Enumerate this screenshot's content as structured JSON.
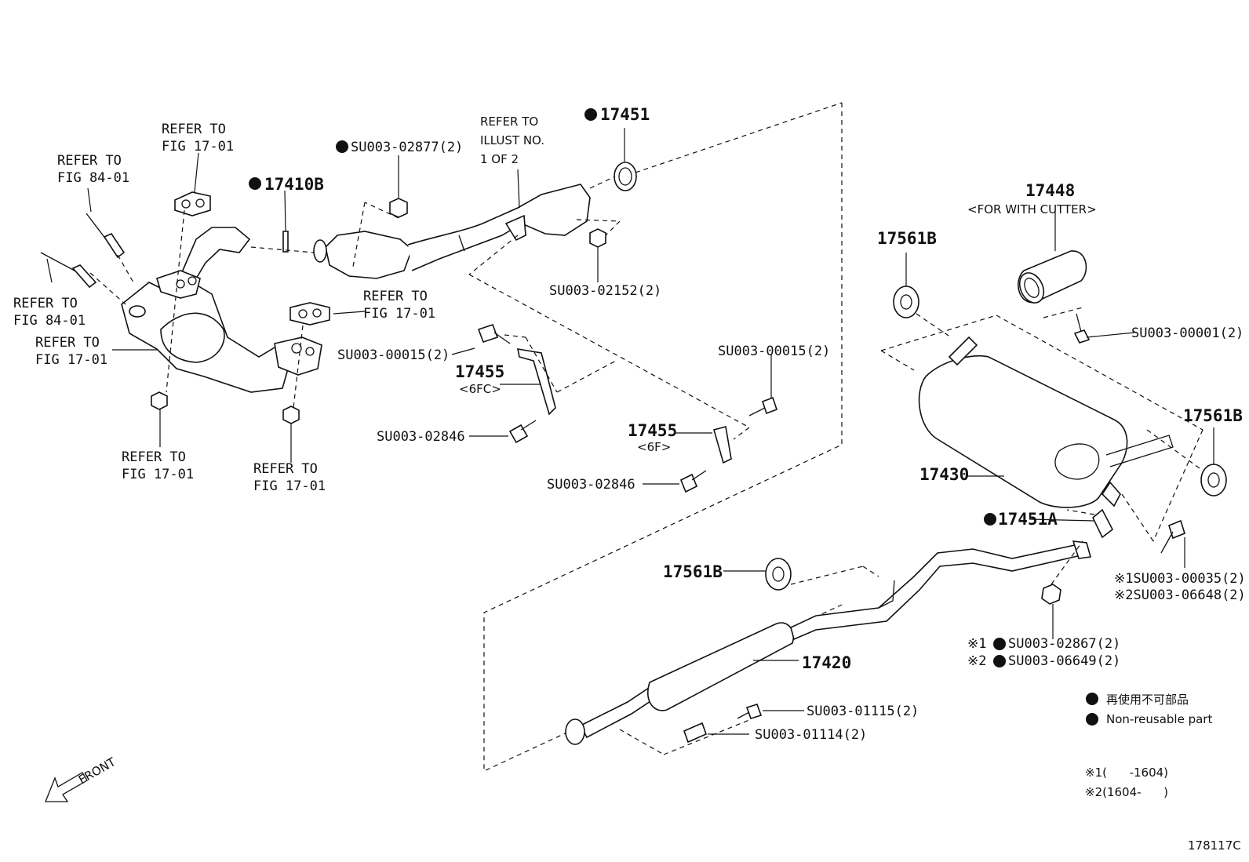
{
  "callouts": {
    "c17451": "17451",
    "c17410b": "17410B",
    "su02877": "SU003-02877(2)",
    "refer_illust_1": "REFER TO",
    "refer_illust_2": "ILLUST NO.",
    "refer_illust_3": "1 OF 2",
    "refer_fig1701_top_1": "REFER TO",
    "refer_fig1701_top_2": "FIG 17-01",
    "refer_fig8401_a_1": "REFER TO",
    "refer_fig8401_a_2": "FIG 84-01",
    "refer_fig8401_b_1": "REFER TO",
    "refer_fig8401_b_2": "FIG 84-01",
    "refer_fig1701_left_1": "REFER TO",
    "refer_fig1701_left_2": "FIG 17-01",
    "refer_fig1701_mid_1": "REFER TO",
    "refer_fig1701_mid_2": "FIG 17-01",
    "refer_fig1701_bl_1": "REFER TO",
    "refer_fig1701_bl_2": "FIG 17-01",
    "refer_fig1701_bm_1": "REFER TO",
    "refer_fig1701_bm_2": "FIG 17-01",
    "su02152": "SU003-02152(2)",
    "su00015_a": "SU003-00015(2)",
    "c17455_a": "17455",
    "c17455_a_sub": "<6FC>",
    "su02846_a": "SU003-02846",
    "su00015_b": "SU003-00015(2)",
    "c17455_b": "17455",
    "c17455_b_sub": "<6F>",
    "su02846_b": "SU003-02846",
    "c17448": "17448",
    "c17448_sub": "<FOR WITH CUTTER>",
    "c17561b_top": "17561B",
    "su00001": "SU003-00001(2)",
    "c17561b_right": "17561B",
    "c17430": "17430",
    "c17451a": "17451A",
    "su00035": "※1SU003-00035(2)",
    "su06648": "※2SU003-06648(2)",
    "c17561b_mid": "17561B",
    "su02867_pre": "※1",
    "su02867": "SU003-02867(2)",
    "su06649_pre": "※2",
    "su06649": "SU003-06649(2)",
    "c17420": "17420",
    "su01115": "SU003-01115(2)",
    "su01114": "SU003-01114(2)",
    "front": "FRONT"
  },
  "legend": {
    "jp": "再使用不可部品",
    "en": "Non-reusable part",
    "note1": "※1(      -1604)",
    "note2": "※2(1604-      )"
  },
  "figure_code": "178117C"
}
